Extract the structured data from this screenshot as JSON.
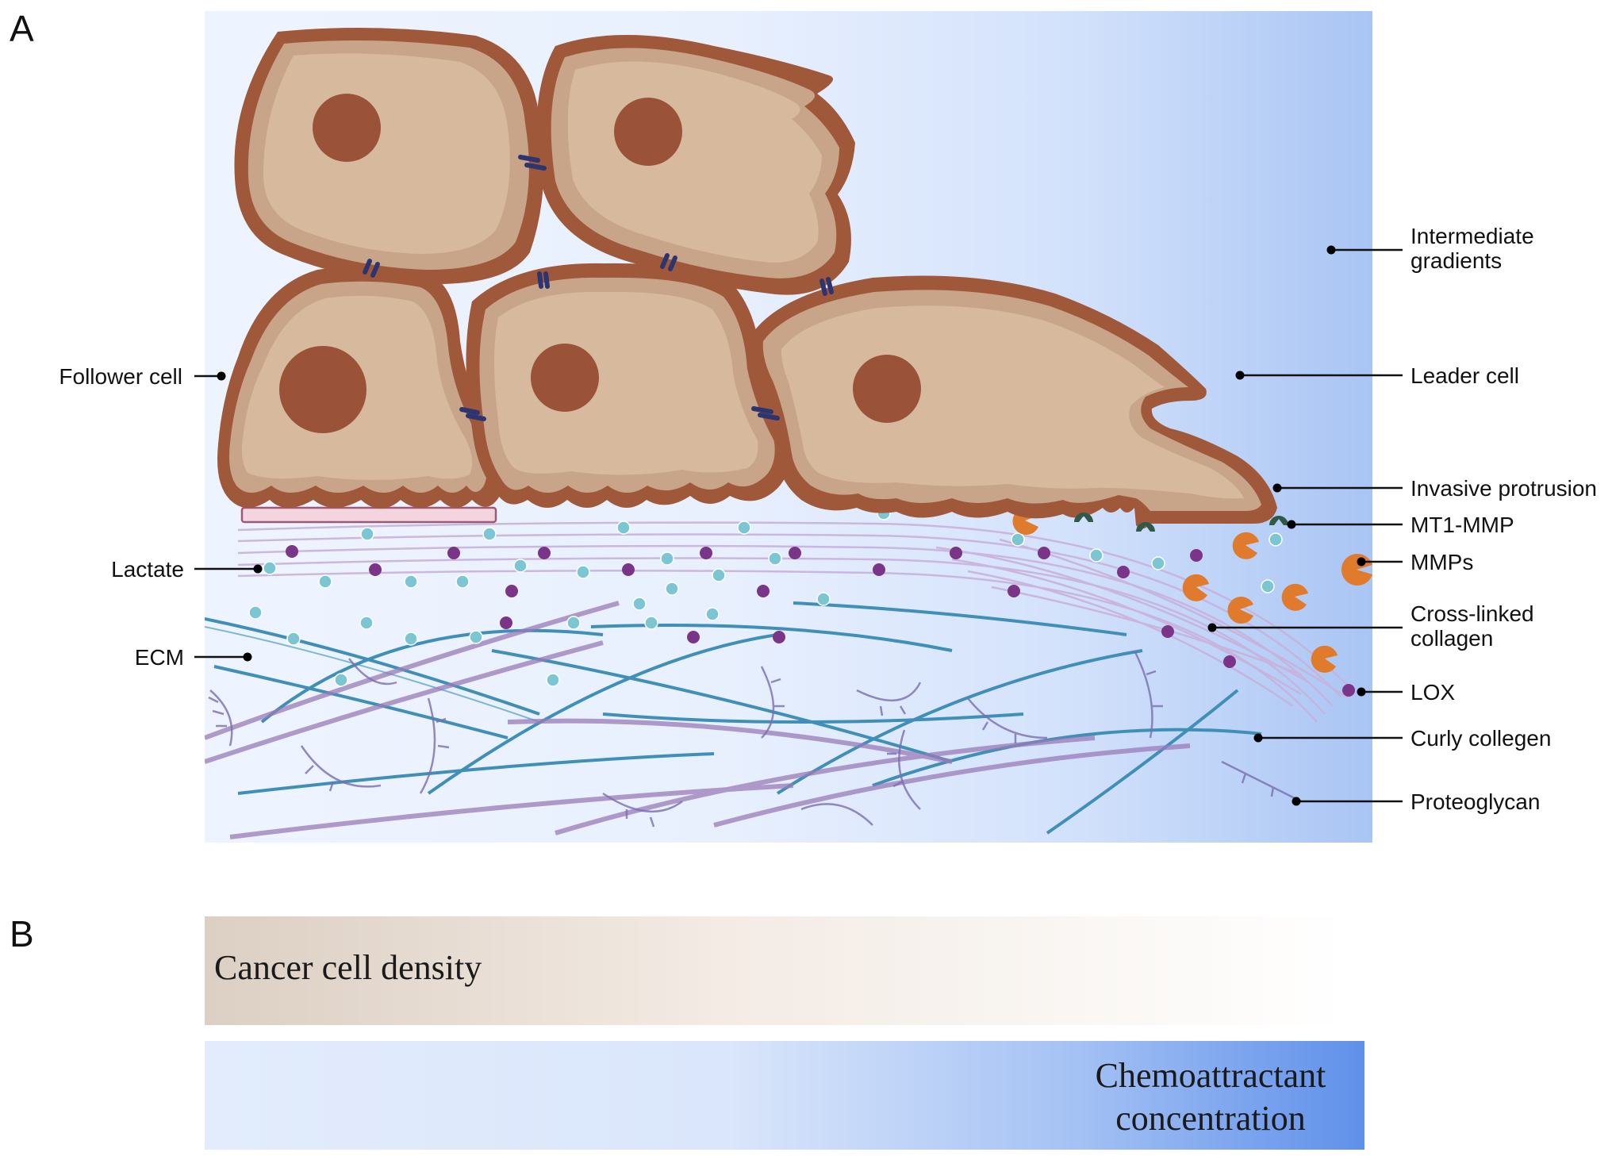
{
  "panels": {
    "a": "A",
    "b": "B"
  },
  "callouts": {
    "follower_cell": "Follower cell",
    "lactate": "Lactate",
    "ecm": "ECM",
    "intermediate_gradients": [
      "Intermediate",
      "gradients"
    ],
    "leader_cell": "Leader cell",
    "invasive_protrusion": "Invasive protrusion",
    "mt1_mmp": "MT1-MMP",
    "mmps": "MMPs",
    "cross_linked_collagen": [
      "Cross-linked",
      "collagen"
    ],
    "lox": "LOX",
    "curly_collagen": "Curly collegen",
    "proteoglycan": "Proteoglycan"
  },
  "bars": {
    "density_label": "Cancer cell density",
    "chemo_label": [
      "Chemoattractant",
      "concentration"
    ]
  },
  "colors": {
    "cell_outline": "#a0583a",
    "cell_body": "#d7b99d",
    "cell_cytoplasm": "#c8a489",
    "nucleus": "#9a5338",
    "junction": "#2c3570",
    "lactate": "#7cc5d2",
    "lox": "#7b3588",
    "mmp": "#e07b2e",
    "mt1_mmp": "#2f5a4a",
    "curly_collagen": "#3f8fb8",
    "crosslinked_collagen": "#c3a9d6",
    "gradient_light": "#eef4ff",
    "gradient_deep": "#9ebef2",
    "density_dark": "#dccfc3",
    "chemo_dark": "#5f90ea"
  }
}
